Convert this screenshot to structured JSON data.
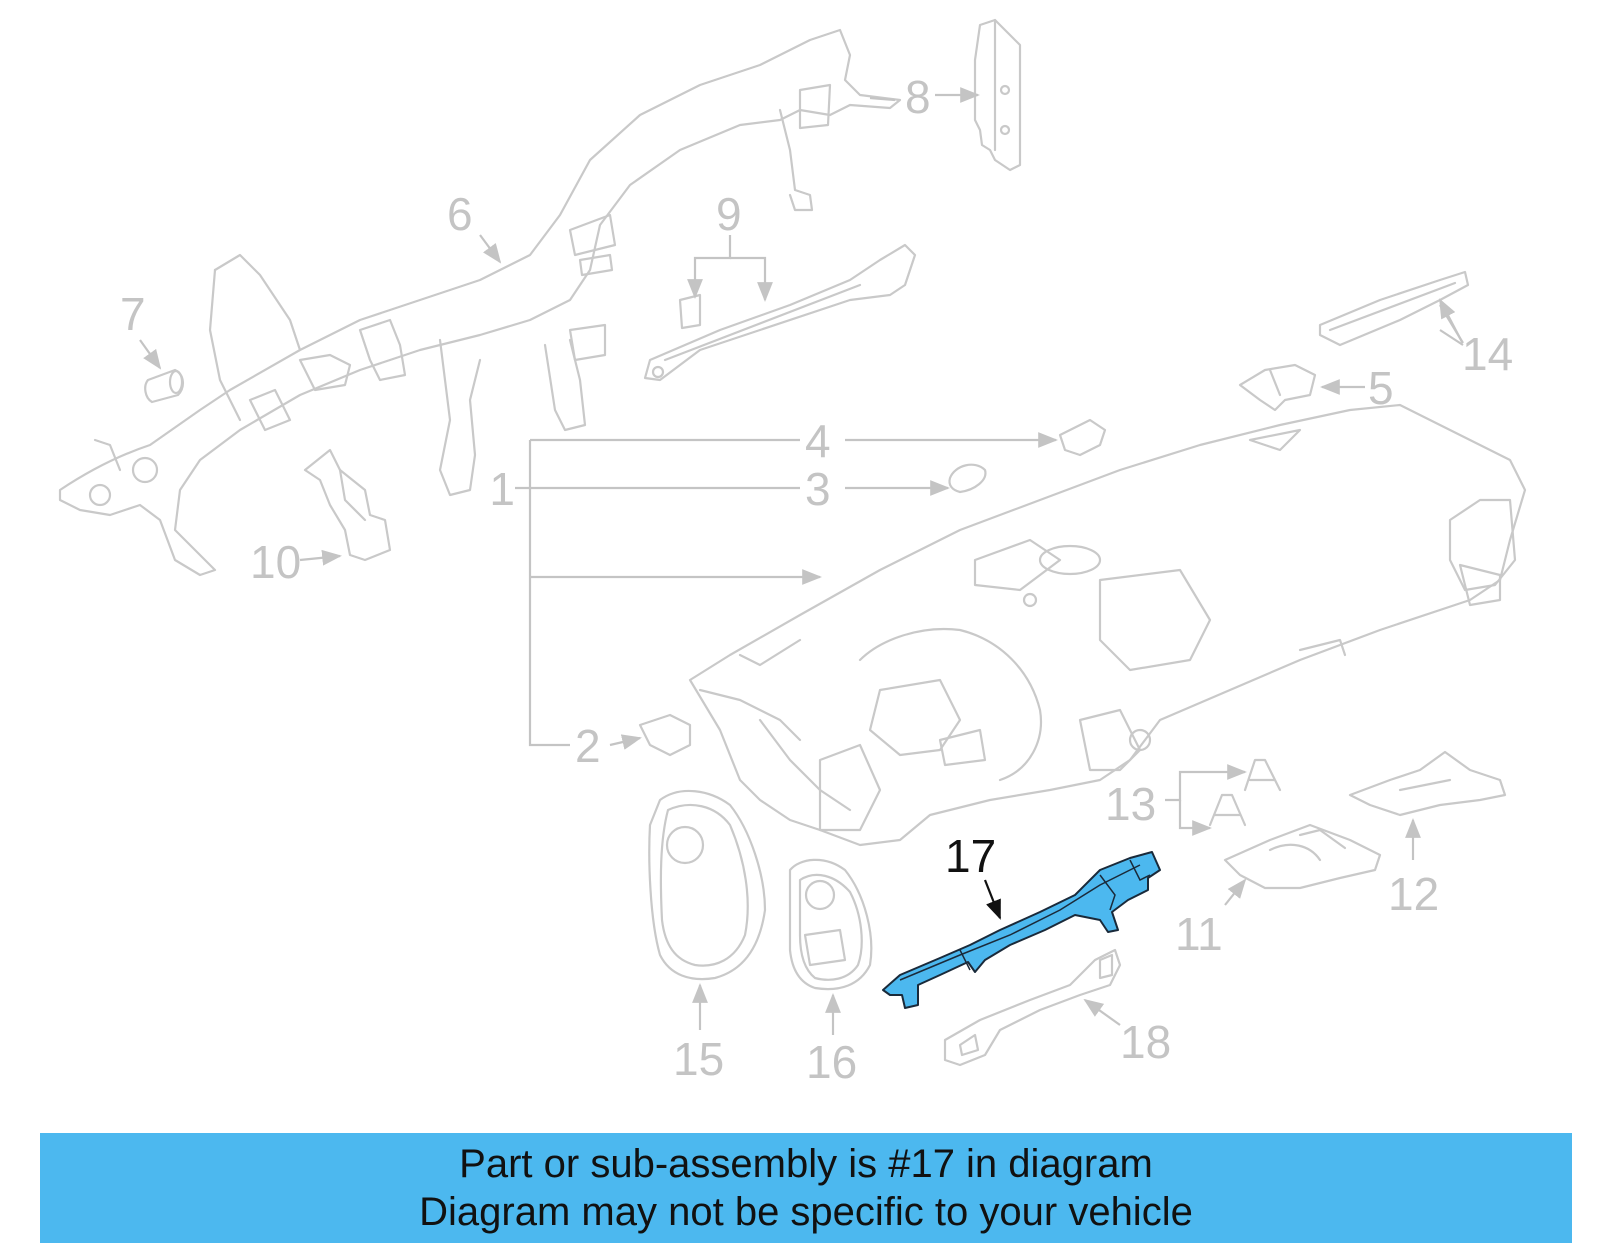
{
  "callouts": {
    "c1": "1",
    "c2": "2",
    "c3": "3",
    "c4": "4",
    "c5": "5",
    "c6": "6",
    "c7": "7",
    "c8": "8",
    "c9": "9",
    "c10": "10",
    "c11": "11",
    "c12": "12",
    "c13": "13",
    "c14": "14",
    "c15": "15",
    "c16": "16",
    "c17": "17",
    "c18": "18"
  },
  "highlight": {
    "part_number": "17",
    "color": "#4cb8ef"
  },
  "banner": {
    "line1": "Part or sub-assembly is #17 in diagram",
    "line2": "Diagram may not be specific to your vehicle",
    "background": "#4cb8ef"
  }
}
